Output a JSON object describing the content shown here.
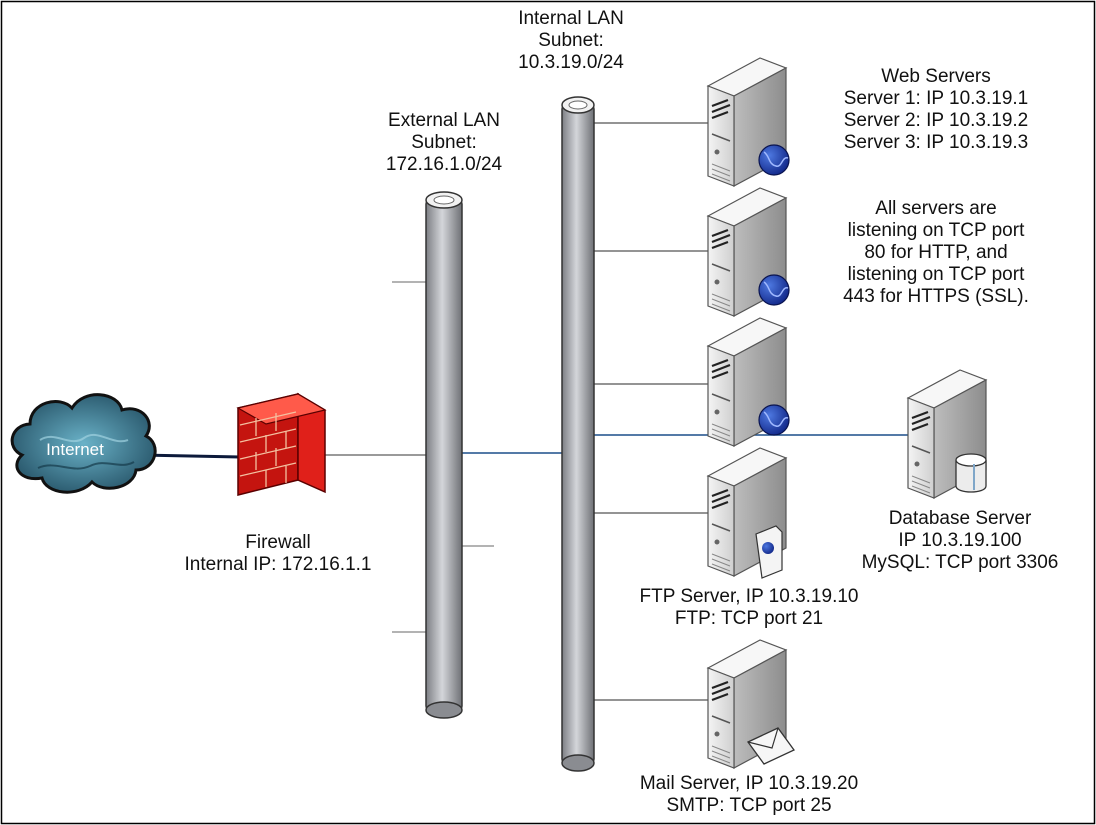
{
  "internet": {
    "label": "Internet"
  },
  "internal_lan": {
    "line1": "Internal LAN",
    "line2": "Subnet:",
    "line3": "10.3.19.0/24"
  },
  "external_lan": {
    "line1": "External LAN",
    "line2": "Subnet:",
    "line3": "172.16.1.0/24"
  },
  "firewall": {
    "line1": "Firewall",
    "line2": "Internal IP: 172.16.1.1"
  },
  "web_servers": {
    "title": "Web Servers",
    "server1": "Server 1: IP 10.3.19.1",
    "server2": "Server 2: IP 10.3.19.2",
    "server3": "Server 3: IP 10.3.19.3"
  },
  "listening_note": {
    "line1": "All servers are",
    "line2": "listening on TCP port",
    "line3": "80 for HTTP, and",
    "line4": "listening on TCP port",
    "line5": "443 for HTTPS (SSL)."
  },
  "database_server": {
    "line1": "Database Server",
    "line2": "IP 10.3.19.100",
    "line3": "MySQL: TCP port 3306"
  },
  "ftp_server": {
    "line1": "FTP Server, IP 10.3.19.10",
    "line2": "FTP: TCP port 21"
  },
  "mail_server": {
    "line1": "Mail Server, IP 10.3.19.20",
    "line2": "SMTP: TCP port 25"
  },
  "colors": {
    "pipe_fill": "#a9abb0",
    "firewall_red": "#e0201a",
    "server_body": "#e8e8e8",
    "globe_blue": "#1f3ea8",
    "link_blue": "#1b4e8a",
    "link_gray": "#9a9a9a"
  },
  "icons": {
    "cloud": "internet-cloud-icon",
    "firewall": "brick-firewall-icon",
    "server": "tower-server-icon",
    "globe": "globe-icon",
    "database": "database-cylinder-icon",
    "document": "document-icon",
    "envelope": "envelope-icon"
  }
}
